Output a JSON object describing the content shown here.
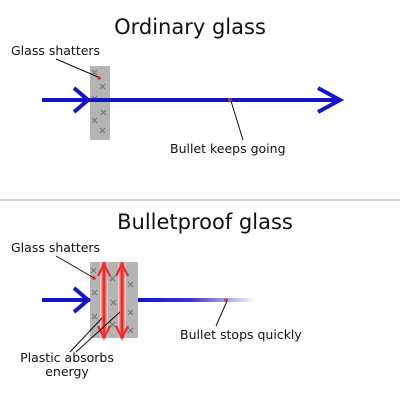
{
  "top_panel": {
    "title": "Ordinary glass",
    "label_shatters": "Glass shatters",
    "label_keeps_going": "Bullet keeps going"
  },
  "bottom_panel": {
    "title": "Bulletproof glass",
    "label_shatters": "Glass shatters",
    "label_stops": "Bullet stops quickly",
    "label_plastic_line1": "Plastic absorbs",
    "label_plastic_line2": "energy"
  },
  "colors": {
    "arrow": "#1414c8",
    "glass": "#b4b4b4",
    "crack": "#707070",
    "plastic": "#e03030",
    "divider": "#c0c0c0"
  }
}
